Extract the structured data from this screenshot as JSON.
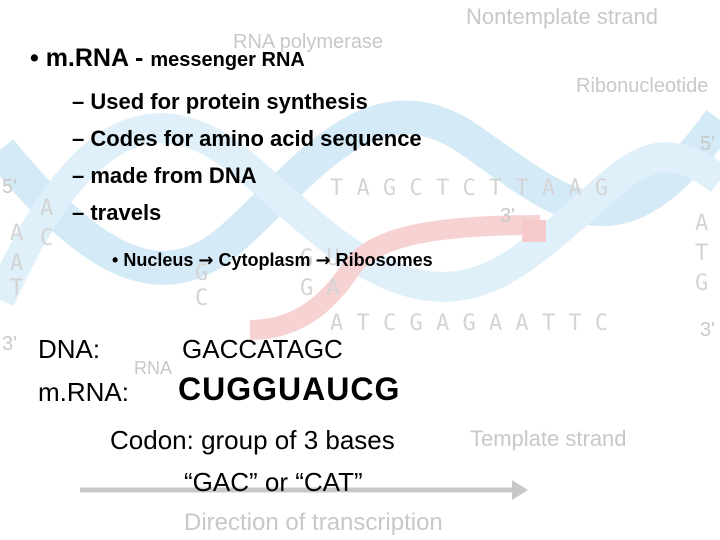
{
  "diagram_labels": {
    "nontemplate": "Nontemplate strand",
    "rna_polymerase": "RNA polymerase",
    "ribonucleotide": "Ribonucleotide",
    "template": "Template strand",
    "direction": "Direction of transcription",
    "rna": "RNA",
    "five_prime": "5'",
    "three_prime": "3'"
  },
  "slide": {
    "bullet_main": "m.RNA - ",
    "bullet_main_small": "messenger RNA",
    "subpoints": [
      "– Used for protein synthesis",
      "– Codes for amino acid sequence",
      "– made from DNA",
      "– travels"
    ],
    "travel_path": {
      "bullet": "•",
      "step1": "Nucleus",
      "step2": "Cytoplasm",
      "step3": "Ribosomes",
      "arrow": "→"
    },
    "dna_label": "DNA:",
    "dna_sequence": "GACCATAGC",
    "mrna_label": "m.RNA:",
    "mrna_sequence": "CUGGUAUCG",
    "codon_definition": "Codon: group of 3 bases",
    "codon_examples": "“GAC” or “CAT”"
  },
  "colors": {
    "helix_blue": "#cde6f5",
    "helix_red": "#f6d2d2",
    "faded_text": "#c8c8c8"
  }
}
